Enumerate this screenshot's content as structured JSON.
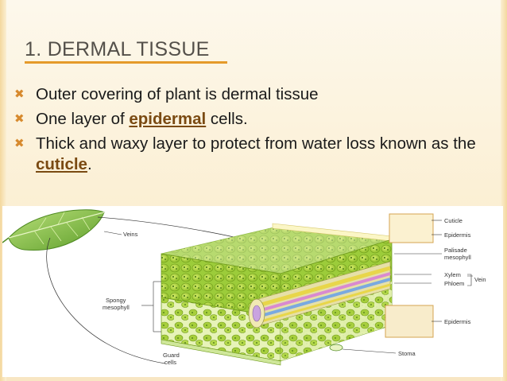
{
  "slide": {
    "title": "1. DERMAL TISSUE",
    "bullets": [
      {
        "text": "Outer covering of plant is dermal tissue"
      },
      {
        "pre": "One layer of ",
        "term": "epidermal",
        "post": " cells."
      },
      {
        "pre": "Thick and waxy layer to protect from water loss known as the ",
        "term": "cuticle",
        "post": "."
      }
    ]
  },
  "diagram": {
    "labels": {
      "veins": "Veins",
      "spongy_line1": "Spongy",
      "spongy_line2": "mesophyll",
      "guard_line1": "Guard",
      "guard_line2": "cells",
      "cuticle": "Cuticle",
      "epidermis_top": "Epidermis",
      "palisade_line1": "Palisade",
      "palisade_line2": "mesophyll",
      "xylem": "Xylem",
      "phloem": "Phloem",
      "vein": "Vein",
      "epidermis_bottom": "Epidermis",
      "stoma": "Stoma"
    }
  }
}
